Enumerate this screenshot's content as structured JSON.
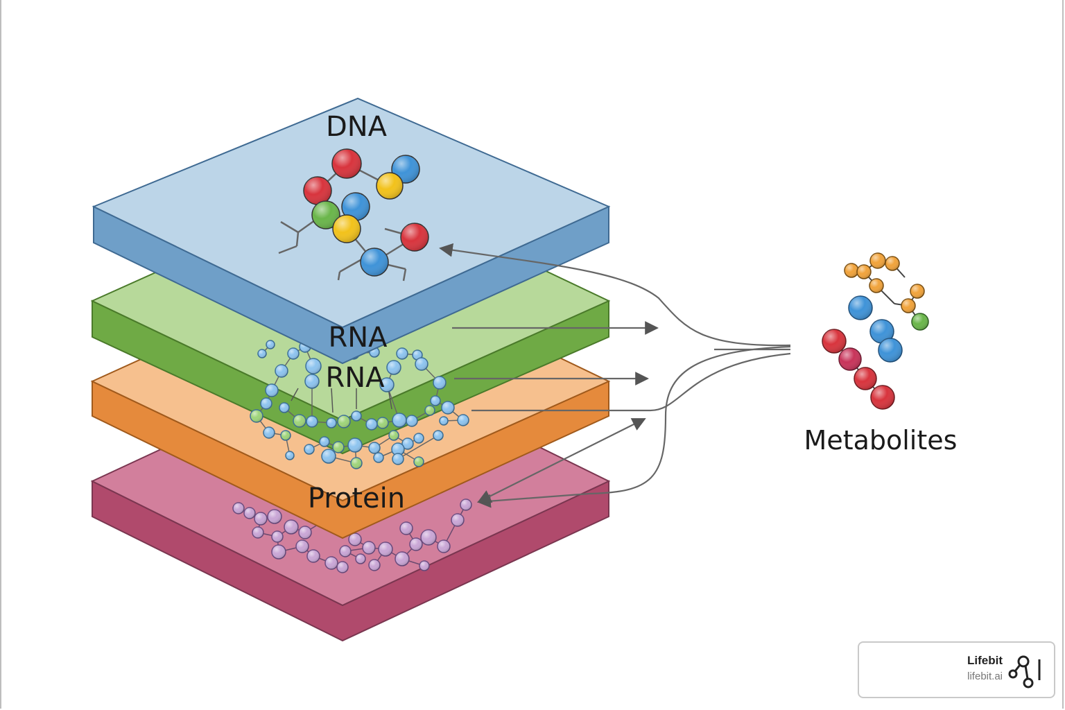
{
  "layers": {
    "dna": {
      "label": "DNA",
      "color": "#6f9fc8"
    },
    "rna_top": {
      "label": "RNA",
      "color": "#86bd5f"
    },
    "rna_overlay": {
      "label": "RNA"
    },
    "protein": {
      "label": "Protein",
      "color": "#e9994e"
    },
    "base": {
      "color": "#c0607e"
    }
  },
  "metabolites": {
    "label": "Metabolites"
  },
  "brand": {
    "name": "Lifebit",
    "url": "lifebit.ai",
    "logo_icon": "lifebit-network-icon"
  }
}
